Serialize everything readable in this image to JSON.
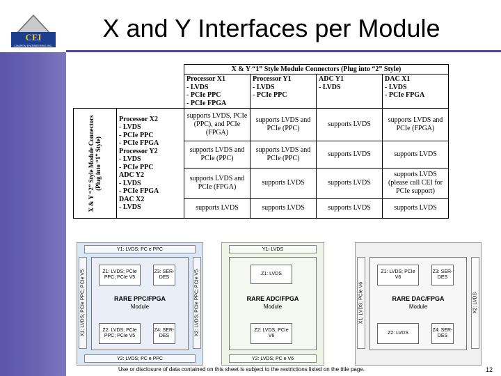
{
  "logo": {
    "text": "CEI",
    "subtext": "CHARON ENGINEERING INC."
  },
  "title": "X and Y Interfaces per Module",
  "table": {
    "header": "X & Y “1” Style Module Connectors (Plug into “2” Style)",
    "side_label": "X & Y “2” Style Module Connectors (Plug into “1” Style)",
    "col_heads": [
      "Processor X1\n- LVDS\n- PCIe PPC\n- PCIe FPGA",
      "Processor Y1\n- LVDS\n- PCIe PPC",
      "ADC Y1\n- LVDS",
      "DAC X1\n- LVDS\n- PCIe FPGA"
    ],
    "row_heads": "Processor X2\n- LVDS\n- PCIe PPC\n- PCIe FPGA\nProcessor Y2\n- LVDS\n- PCIe PPC\nADC Y2\n- LVDS\n- PCIe FPGA\nDAC X2\n- LVDS",
    "rows": [
      [
        "supports LVDS, PCIe (PPC), and PCIe (FPGA)",
        "supports LVDS and PCIe (PPC)",
        "supports LVDS",
        "supports LVDS and PCIe (FPGA)"
      ],
      [
        "supports LVDS and PCIe (PPC)",
        "supports LVDS and PCIe (PPC)",
        "supports LVDS",
        "supports LVDS"
      ],
      [
        "supports LVDS and PCIe (FPGA)",
        "supports LVDS",
        "supports LVDS",
        "supports LVDS (please call CEI for PCIe support)"
      ],
      [
        "supports LVDS",
        "supports LVDS",
        "supports LVDS",
        "supports LVDS"
      ]
    ]
  },
  "diagrams": [
    {
      "name": "RARE PPC/FPGA",
      "sub": "Module",
      "top": "Y1: LVDS; PC e PPC",
      "bottom": "Y2: LVDS; PC e PPC",
      "left": "X1: LVDS; PCIe PPC; PCIe V5",
      "right": "X2: LVDS; PCIe PPC; PCIe V5",
      "z1": "Z1: LVDS; PCIe PPC; PCIe V5",
      "z2": "Z2: LVDS; PCIe PPC; PCIe V5",
      "z3": "Z3: SER- DES",
      "z4": "Z4: SER- DES"
    },
    {
      "name": "RARE ADC/FPGA",
      "sub": "Module",
      "top": "Y1: LVDS",
      "bottom": "Y2: LVDS; PC e V6",
      "z1": "Z1: LVDS",
      "z2": "Z2: LVDS, PCIe V6"
    },
    {
      "name": "RARE DAC/FPGA",
      "sub": "Module",
      "left": "X1: LVDS; PCIe V6",
      "right": "X2: LVDS",
      "z1": "Z1: LVDS; PCIe V6",
      "z2": "Z2: LVDS",
      "z3": "Z3: SER- DES",
      "z4": "Z4: SER- DES"
    }
  ],
  "footer": "Use or disclosure of data contained on this sheet is subject to the restrictions listed on the title page.",
  "page": "12"
}
